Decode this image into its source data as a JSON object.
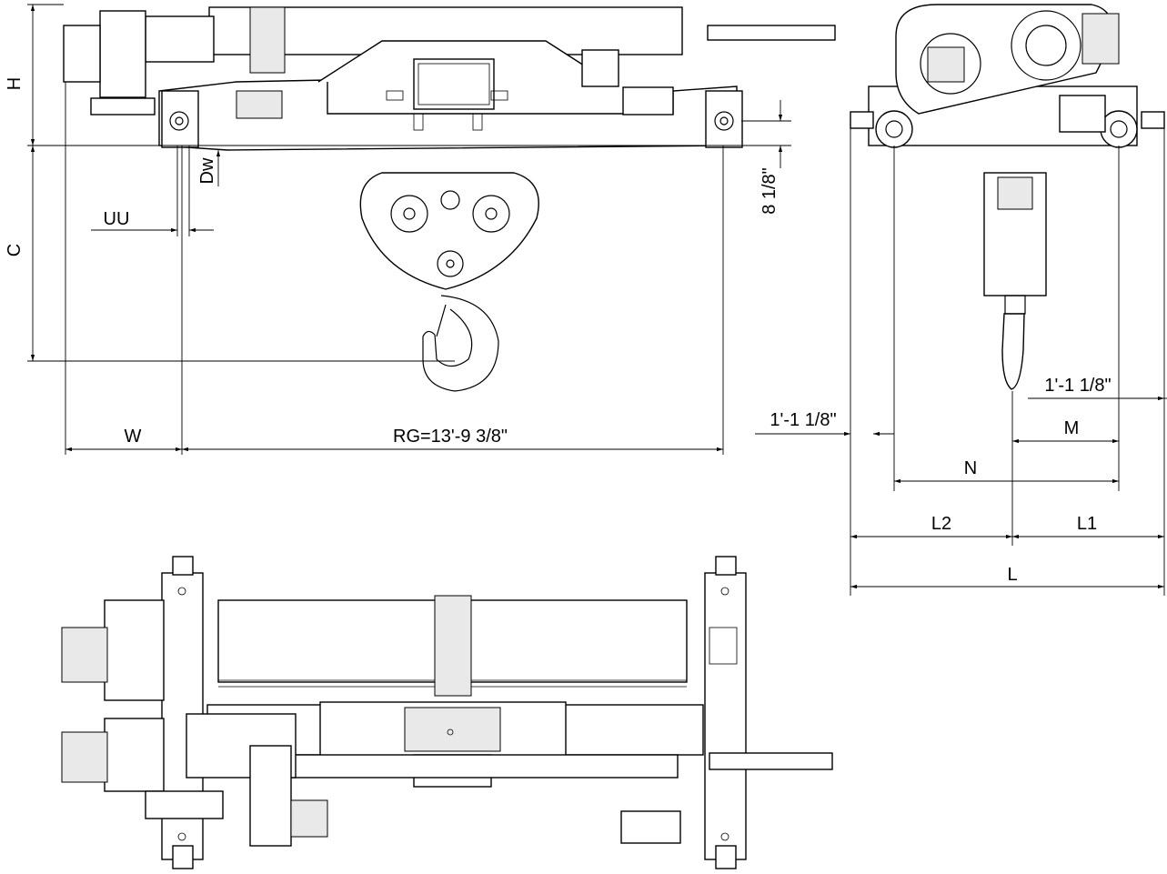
{
  "labels": {
    "H": "H",
    "C": "C",
    "Dw": "Dw",
    "UU": "UU",
    "W": "W",
    "RG": "RG=13'-9 3/8\"",
    "dim_8_1_8": "8 1/8\"",
    "dim_1_1_8_left": "1'-1 1/8\"",
    "dim_1_1_8_right": "1'-1 1/8\"",
    "M": "M",
    "N": "N",
    "L2": "L2",
    "L1": "L1",
    "L": "L"
  },
  "colors": {
    "line": "#000000",
    "background": "#ffffff",
    "shade": "#e9e9e9"
  }
}
